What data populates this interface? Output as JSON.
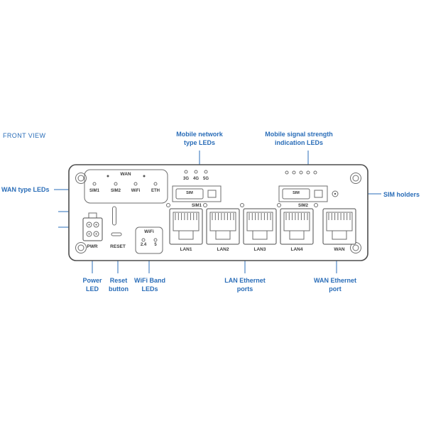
{
  "title": "FRONT VIEW",
  "colors": {
    "accent": "#2a6db8",
    "outline": "#4d4d4d",
    "detail": "#6e6e6e"
  },
  "callouts": {
    "wan_type_leds": "WAN type LEDs",
    "mobile_network_line1": "Mobile network",
    "mobile_network_line2": "type LEDs",
    "signal_line1": "Mobile signal strength",
    "signal_line2": "indication LEDs",
    "sim_holders": "SIM holders",
    "power_line1": "Power",
    "power_line2": "LED",
    "reset_line1": "Reset",
    "reset_line2": "button",
    "wifi_line1": "WiFi Band",
    "wifi_line2": "LEDs",
    "lan_line1": "LAN Ethernet",
    "lan_line2": "ports",
    "wan_line1": "WAN Ethernet",
    "wan_line2": "port"
  },
  "panel": {
    "wan_led_group": {
      "title": "WAN",
      "leds": [
        "SIM1",
        "SIM2",
        "WiFi",
        "ETH"
      ]
    },
    "network_type_leds": [
      "3G",
      "4G",
      "5G"
    ],
    "sim_trays": [
      {
        "button": "SIM",
        "label": "SIM1"
      },
      {
        "button": "SIM",
        "label": "SIM2"
      }
    ],
    "power_label": "PWR",
    "reset_label": "RESET",
    "wifi_group": {
      "title": "WiFi",
      "bands": [
        "2.4",
        "5"
      ]
    },
    "ports": [
      "LAN1",
      "LAN2",
      "LAN3",
      "LAN4",
      "WAN"
    ]
  }
}
